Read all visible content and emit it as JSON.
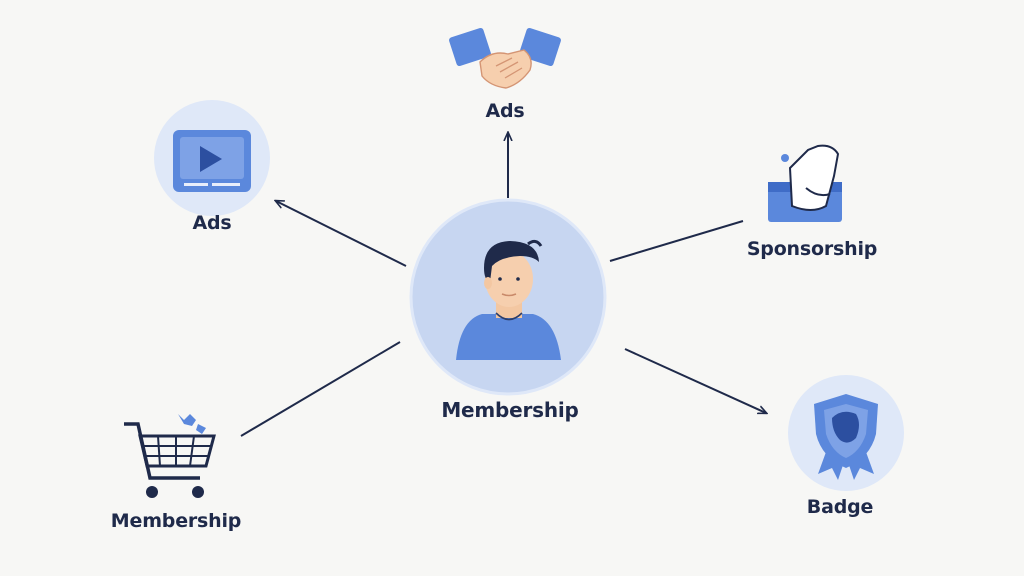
{
  "diagram": {
    "center": {
      "label": "Membership",
      "icon": "person-icon"
    },
    "nodes": {
      "ads_top": {
        "label": "Ads",
        "icon": "handshake-icon"
      },
      "ads_left": {
        "label": "Ads",
        "icon": "video-play-icon"
      },
      "sponsorship": {
        "label": "Sponsorship",
        "icon": "box-icon"
      },
      "membership_left": {
        "label": "Membership",
        "icon": "shopping-cart-icon"
      },
      "badge": {
        "label": "Badge",
        "icon": "shield-badge-icon"
      }
    },
    "colors": {
      "accent": "#4a78d4",
      "accent_light": "#dfe8f8",
      "circle_fill": "#c7d6f1",
      "line": "#1f2a4a",
      "text": "#1f2a4a",
      "background": "#f7f7f5"
    }
  }
}
